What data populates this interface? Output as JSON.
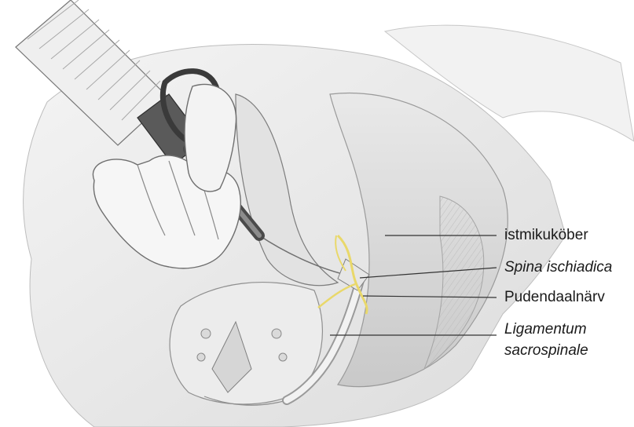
{
  "labels": {
    "istmikukober": "istmikuköber",
    "spina": "Spina ischiadica",
    "pudendal": "Pudendaalnärv",
    "ligamentum_line1": "Ligamentum",
    "ligamentum_line2": "sacrospinale"
  },
  "colors": {
    "leader_line": "#333333",
    "nerve": "#e9d86a",
    "outline": "#8a8a8a",
    "shade": "#cfcfcf"
  }
}
